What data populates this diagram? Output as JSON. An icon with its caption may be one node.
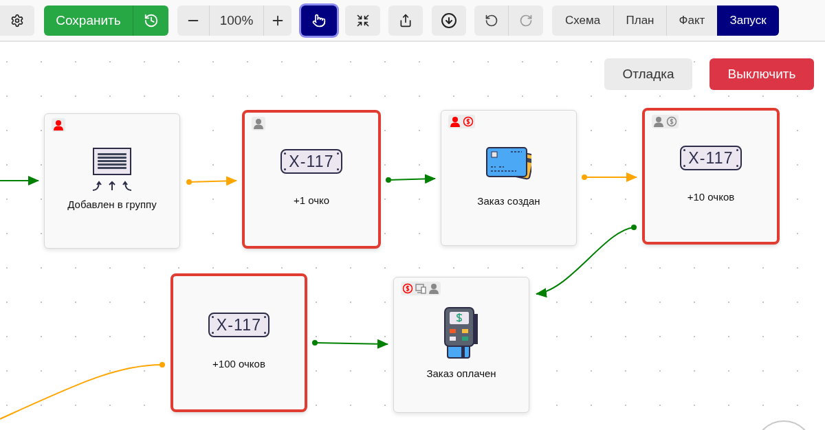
{
  "diagram": {
    "nodes": [
      {
        "text": [
          "Добавлен в группу"
        ]
      },
      {
        "text": [
          "X-117",
          "+1 очко"
        ]
      },
      {
        "text": [
          "Заказ создан"
        ]
      },
      {
        "text": [
          "X-117",
          "+10 очков"
        ]
      },
      {
        "text": [
          "X-117",
          "+100 очков"
        ]
      },
      {
        "text": [
          "Заказ оплачен"
        ]
      }
    ],
    "edges": [
      {
        "from": null,
        "to": 0,
        "arrow": "to"
      },
      {
        "from": 0,
        "to": 1,
        "arrow": "to",
        "color": "#ffa500"
      },
      {
        "from": 1,
        "to": 2,
        "arrow": "to"
      },
      {
        "from": 2,
        "to": 3,
        "arrow": "to",
        "color": "#ffa500"
      },
      {
        "from": 3,
        "to": 5,
        "arrow": "to"
      },
      {
        "from": null,
        "to": 4,
        "arrow": "other",
        "color": "#ffa500"
      },
      {
        "from": 4,
        "to": 5,
        "arrow": "to"
      }
    ],
    "labels": [
      "Сохранить",
      "100%",
      "Схема",
      "План",
      "Факт",
      "Запуск",
      "Отладка",
      "Выключить"
    ]
  }
}
